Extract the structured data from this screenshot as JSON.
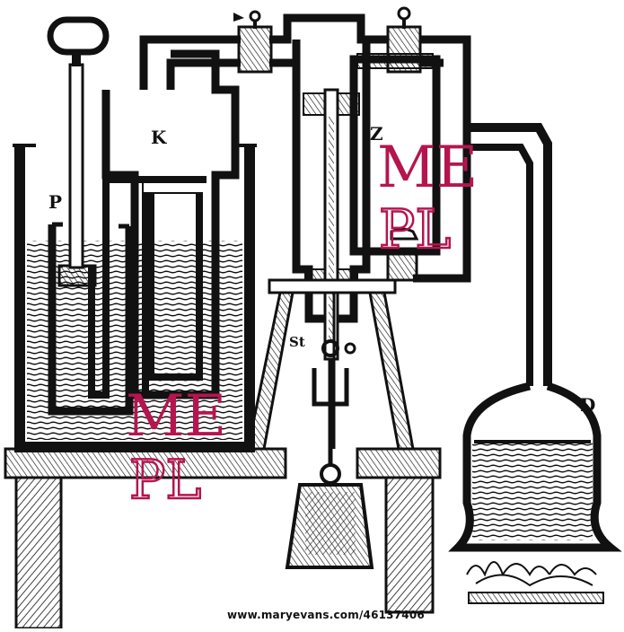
{
  "figure": {
    "labels": {
      "P": "P",
      "K": "K",
      "Z": "Z",
      "St": "St",
      "D": "D"
    },
    "watermark": {
      "top_word": "ME",
      "bottom_word": "PL"
    },
    "credit": "www.maryevans.com/46137406"
  },
  "colors": {
    "ink": "#111111",
    "watermark": "#b5154f",
    "background": "#ffffff"
  }
}
